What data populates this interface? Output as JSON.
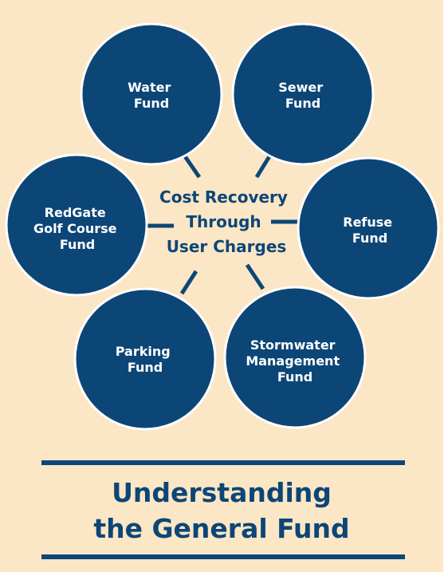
{
  "colors": {
    "background": "#fbe6c5",
    "circle_fill": "#0c4677",
    "circle_stroke": "#ffffff",
    "text_on_circle": "#ffffff",
    "accent_text": "#0c4677"
  },
  "diagram": {
    "center_label_lines": [
      "Cost Recovery",
      "Through",
      "User Charges"
    ],
    "funds": [
      {
        "id": "water",
        "label_lines": [
          "Water",
          "Fund"
        ]
      },
      {
        "id": "sewer",
        "label_lines": [
          "Sewer",
          "Fund"
        ]
      },
      {
        "id": "refuse",
        "label_lines": [
          "Refuse",
          "Fund"
        ]
      },
      {
        "id": "stormwater",
        "label_lines": [
          "Stormwater",
          "Management",
          "Fund"
        ]
      },
      {
        "id": "parking",
        "label_lines": [
          "Parking",
          "Fund"
        ]
      },
      {
        "id": "golf",
        "label_lines": [
          "RedGate",
          "Golf Course",
          "Fund"
        ]
      }
    ]
  },
  "title": {
    "line1": "Understanding",
    "line2": "the General Fund"
  }
}
